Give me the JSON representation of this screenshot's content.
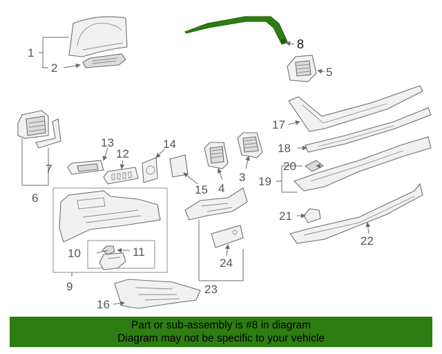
{
  "highlight": {
    "color": "#2e7d12",
    "part_number": "8"
  },
  "callouts": [
    "1",
    "2",
    "3",
    "4",
    "5",
    "6",
    "7",
    "8",
    "9",
    "10",
    "11",
    "12",
    "13",
    "14",
    "15",
    "16",
    "17",
    "18",
    "19",
    "20",
    "21",
    "22",
    "23",
    "24"
  ],
  "banner": {
    "line1": "Part or sub-assembly is #8 in diagram",
    "line2": "Diagram may not be specific to your vehicle",
    "color": "#2e7d12"
  }
}
